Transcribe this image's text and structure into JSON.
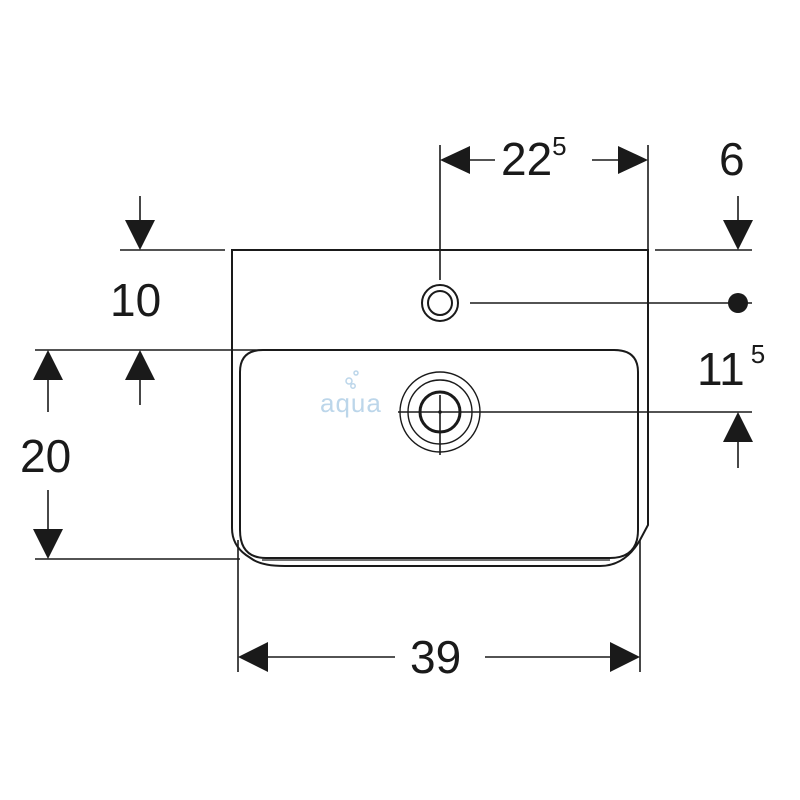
{
  "drawing": {
    "watermark": "aqua",
    "dimensions": {
      "tap_offset": {
        "main": "22",
        "sup": "5"
      },
      "tap_from_back": {
        "main": "6"
      },
      "back_to_bowl": {
        "main": "10"
      },
      "tap_to_drain": {
        "main": "11",
        "sup": "5"
      },
      "bowl_depth": {
        "main": "20"
      },
      "width": {
        "main": "39"
      }
    }
  },
  "colors": {
    "line": "#1a1a1a",
    "watermark": "#bcd6ea"
  }
}
